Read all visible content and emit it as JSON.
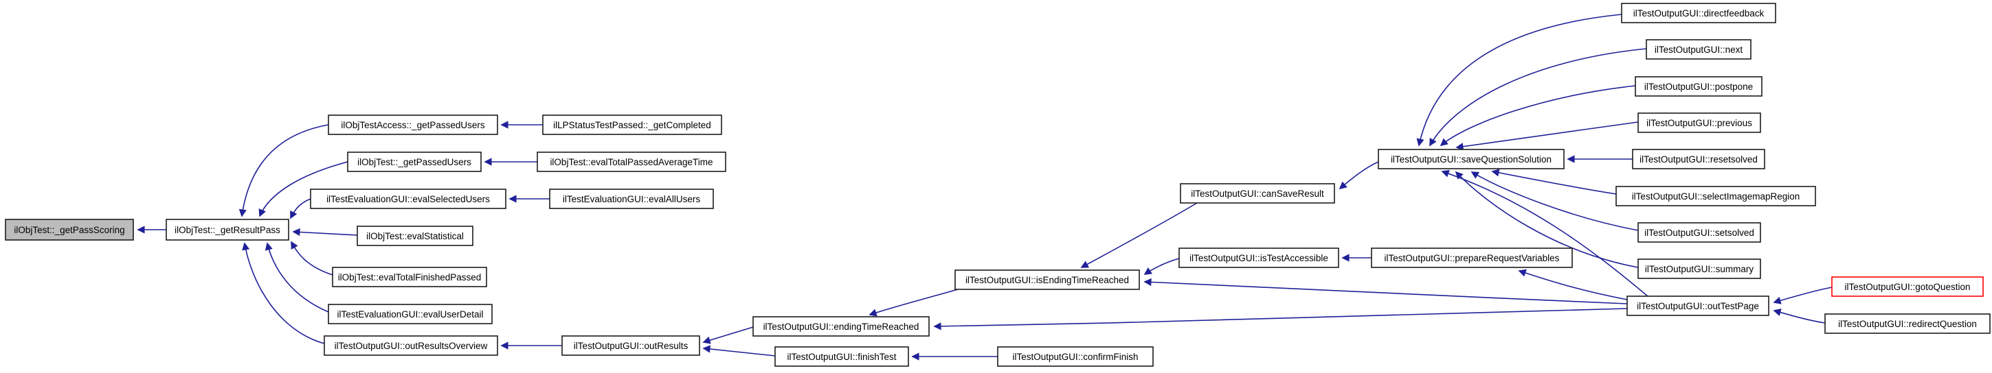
{
  "diagram": {
    "kind": "doxygen-caller-graph",
    "focus_function": "ilObjTest::_getPassScoring",
    "colors": {
      "background": "#ffffff",
      "edge": "#202098",
      "node_border": "#1c1c1c",
      "node_fill": "#ffffff",
      "focus_fill": "#bcbcbc",
      "highlight_border": "#ff0000",
      "text": "#000000"
    },
    "nodes": [
      {
        "id": "getPassScoring",
        "label": "ilObjTest::_getPassScoring",
        "variant": "focus"
      },
      {
        "id": "getResultPass",
        "label": "ilObjTest::_getResultPass",
        "variant": "normal"
      },
      {
        "id": "accessGetPassedUsers",
        "label": "ilObjTestAccess::_getPassedUsers",
        "variant": "normal"
      },
      {
        "id": "getCompleted",
        "label": "ilLPStatusTestPassed::_getCompleted",
        "variant": "normal"
      },
      {
        "id": "objGetPassedUsers",
        "label": "ilObjTest::_getPassedUsers",
        "variant": "normal"
      },
      {
        "id": "evalTotalPassedAverageTime",
        "label": "ilObjTest::evalTotalPassedAverageTime",
        "variant": "normal"
      },
      {
        "id": "evalSelectedUsers",
        "label": "ilTestEvaluationGUI::evalSelectedUsers",
        "variant": "normal"
      },
      {
        "id": "evalAllUsers",
        "label": "ilTestEvaluationGUI::evalAllUsers",
        "variant": "normal"
      },
      {
        "id": "evalStatistical",
        "label": "ilObjTest::evalStatistical",
        "variant": "normal"
      },
      {
        "id": "evalTotalFinishedPassed",
        "label": "ilObjTest::evalTotalFinishedPassed",
        "variant": "normal"
      },
      {
        "id": "evalUserDetail",
        "label": "ilTestEvaluationGUI::evalUserDetail",
        "variant": "normal"
      },
      {
        "id": "outResultsOverview",
        "label": "ilTestOutputGUI::outResultsOverview",
        "variant": "normal"
      },
      {
        "id": "outResults",
        "label": "ilTestOutputGUI::outResults",
        "variant": "normal"
      },
      {
        "id": "endingTimeReached",
        "label": "ilTestOutputGUI::endingTimeReached",
        "variant": "normal"
      },
      {
        "id": "finishTest",
        "label": "ilTestOutputGUI::finishTest",
        "variant": "normal"
      },
      {
        "id": "confirmFinish",
        "label": "ilTestOutputGUI::confirmFinish",
        "variant": "normal"
      },
      {
        "id": "isEndingTimeReached",
        "label": "ilTestOutputGUI::isEndingTimeReached",
        "variant": "normal"
      },
      {
        "id": "canSaveResult",
        "label": "ilTestOutputGUI::canSaveResult",
        "variant": "normal"
      },
      {
        "id": "isTestAccessible",
        "label": "ilTestOutputGUI::isTestAccessible",
        "variant": "normal"
      },
      {
        "id": "prepareRequestVariables",
        "label": "ilTestOutputGUI::prepareRequestVariables",
        "variant": "normal"
      },
      {
        "id": "saveQuestionSolution",
        "label": "ilTestOutputGUI::saveQuestionSolution",
        "variant": "normal"
      },
      {
        "id": "directfeedback",
        "label": "ilTestOutputGUI::directfeedback",
        "variant": "normal"
      },
      {
        "id": "next",
        "label": "ilTestOutputGUI::next",
        "variant": "normal"
      },
      {
        "id": "postpone",
        "label": "ilTestOutputGUI::postpone",
        "variant": "normal"
      },
      {
        "id": "previous",
        "label": "ilTestOutputGUI::previous",
        "variant": "normal"
      },
      {
        "id": "resetsolved",
        "label": "ilTestOutputGUI::resetsolved",
        "variant": "normal"
      },
      {
        "id": "selectImagemapRegion",
        "label": "ilTestOutputGUI::selectImagemapRegion",
        "variant": "normal"
      },
      {
        "id": "setsolved",
        "label": "ilTestOutputGUI::setsolved",
        "variant": "normal"
      },
      {
        "id": "summary",
        "label": "ilTestOutputGUI::summary",
        "variant": "normal"
      },
      {
        "id": "outTestPage",
        "label": "ilTestOutputGUI::outTestPage",
        "variant": "normal"
      },
      {
        "id": "gotoQuestion",
        "label": "ilTestOutputGUI::gotoQuestion",
        "variant": "highlight"
      },
      {
        "id": "redirectQuestion",
        "label": "ilTestOutputGUI::redirectQuestion",
        "variant": "normal"
      }
    ],
    "edges": [
      {
        "from": "getResultPass",
        "to": "getPassScoring"
      },
      {
        "from": "accessGetPassedUsers",
        "to": "getResultPass"
      },
      {
        "from": "getCompleted",
        "to": "accessGetPassedUsers"
      },
      {
        "from": "objGetPassedUsers",
        "to": "getResultPass"
      },
      {
        "from": "evalTotalPassedAverageTime",
        "to": "objGetPassedUsers"
      },
      {
        "from": "evalSelectedUsers",
        "to": "getResultPass"
      },
      {
        "from": "evalAllUsers",
        "to": "evalSelectedUsers"
      },
      {
        "from": "evalStatistical",
        "to": "getResultPass"
      },
      {
        "from": "evalTotalFinishedPassed",
        "to": "getResultPass"
      },
      {
        "from": "evalUserDetail",
        "to": "getResultPass"
      },
      {
        "from": "outResultsOverview",
        "to": "getResultPass"
      },
      {
        "from": "outResults",
        "to": "outResultsOverview"
      },
      {
        "from": "endingTimeReached",
        "to": "outResults"
      },
      {
        "from": "finishTest",
        "to": "outResults"
      },
      {
        "from": "confirmFinish",
        "to": "finishTest"
      },
      {
        "from": "isEndingTimeReached",
        "to": "endingTimeReached"
      },
      {
        "from": "canSaveResult",
        "to": "isEndingTimeReached"
      },
      {
        "from": "isTestAccessible",
        "to": "isEndingTimeReached"
      },
      {
        "from": "outTestPage",
        "to": "isEndingTimeReached"
      },
      {
        "from": "outTestPage",
        "to": "endingTimeReached"
      },
      {
        "from": "prepareRequestVariables",
        "to": "isTestAccessible"
      },
      {
        "from": "outTestPage",
        "to": "prepareRequestVariables"
      },
      {
        "from": "saveQuestionSolution",
        "to": "canSaveResult"
      },
      {
        "from": "directfeedback",
        "to": "saveQuestionSolution"
      },
      {
        "from": "next",
        "to": "saveQuestionSolution"
      },
      {
        "from": "postpone",
        "to": "saveQuestionSolution"
      },
      {
        "from": "previous",
        "to": "saveQuestionSolution"
      },
      {
        "from": "resetsolved",
        "to": "saveQuestionSolution"
      },
      {
        "from": "selectImagemapRegion",
        "to": "saveQuestionSolution"
      },
      {
        "from": "setsolved",
        "to": "saveQuestionSolution"
      },
      {
        "from": "summary",
        "to": "saveQuestionSolution"
      },
      {
        "from": "outTestPage",
        "to": "saveQuestionSolution"
      },
      {
        "from": "gotoQuestion",
        "to": "outTestPage"
      },
      {
        "from": "redirectQuestion",
        "to": "outTestPage"
      }
    ]
  }
}
